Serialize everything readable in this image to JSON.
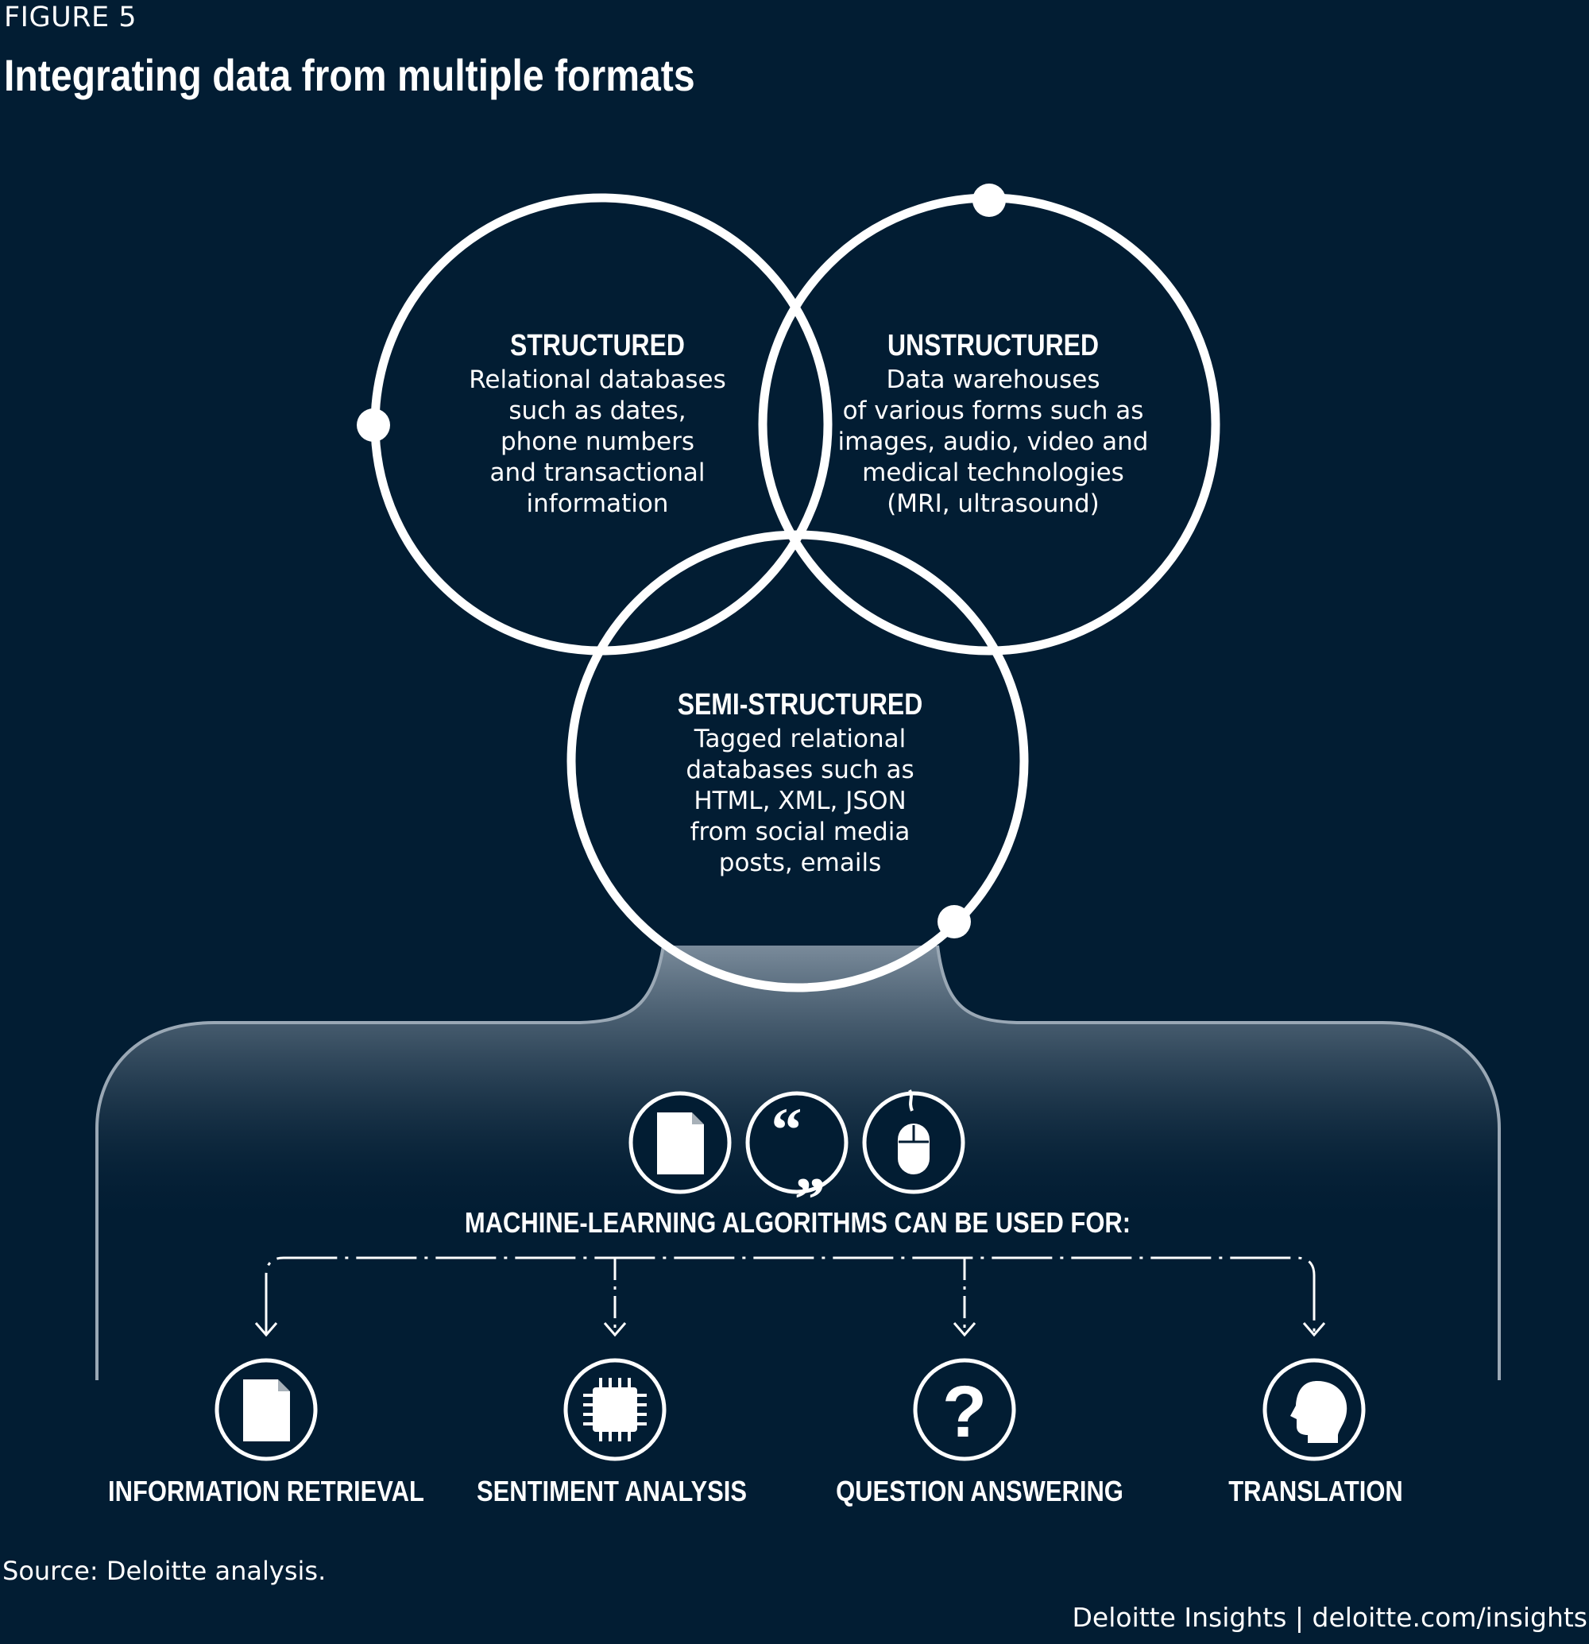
{
  "figure_label": "FIGURE 5",
  "title": "Integrating data from multiple formats",
  "sets": {
    "structured": {
      "heading": "STRUCTURED",
      "lines": [
        "Relational databases",
        "such as dates,",
        "phone numbers",
        "and transactional",
        "information"
      ]
    },
    "unstructured": {
      "heading": "UNSTRUCTURED",
      "lines": [
        "Data warehouses",
        "of various forms such as",
        "images, audio, video and",
        "medical technologies",
        "(MRI, ultrasound)"
      ]
    },
    "semi_structured": {
      "heading": "SEMI-STRUCTURED",
      "lines": [
        "Tagged relational",
        "databases such as",
        "HTML, XML, JSON",
        "from social media",
        "posts, emails"
      ]
    }
  },
  "format_icons": [
    "document-icon",
    "quote-icon",
    "mouse-icon"
  ],
  "ml_heading": "MACHINE-LEARNING ALGORITHMS CAN BE USED FOR:",
  "uses": [
    {
      "label": "INFORMATION RETRIEVAL",
      "icon": "document-icon"
    },
    {
      "label": "SENTIMENT ANALYSIS",
      "icon": "chip-icon"
    },
    {
      "label": "QUESTION ANSWERING",
      "icon": "question-icon"
    },
    {
      "label": "TRANSLATION",
      "icon": "head-icon"
    }
  ],
  "source": "Source: Deloitte analysis.",
  "credit": "Deloitte Insights | deloitte.com/insights",
  "colors": {
    "background": "#021d33",
    "foreground": "#ffffff"
  }
}
